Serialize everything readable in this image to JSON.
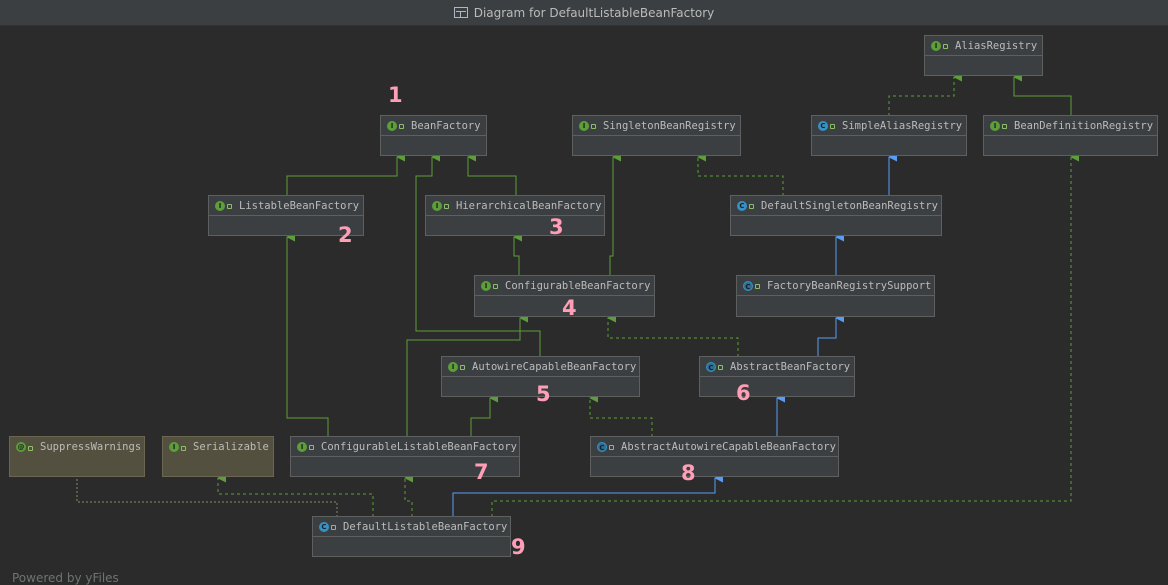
{
  "window": {
    "title": "Diagram for DefaultListableBeanFactory"
  },
  "footer": {
    "powered_by": "Powered by yFiles"
  },
  "colors": {
    "interface_edge": "#5c9e3a",
    "class_edge": "#589df6",
    "annotation_edge": "#8c8a6a",
    "marker": "#ff9fb7"
  },
  "nodes": {
    "alias_registry": {
      "name": "AliasRegistry",
      "kind": "I"
    },
    "bean_factory": {
      "name": "BeanFactory",
      "kind": "I"
    },
    "singleton_bean_registry": {
      "name": "SingletonBeanRegistry",
      "kind": "I"
    },
    "simple_alias_registry": {
      "name": "SimpleAliasRegistry",
      "kind": "C"
    },
    "bean_definition_registry": {
      "name": "BeanDefinitionRegistry",
      "kind": "I"
    },
    "listable_bean_factory": {
      "name": "ListableBeanFactory",
      "kind": "I"
    },
    "hierarchical_bean_factory": {
      "name": "HierarchicalBeanFactory",
      "kind": "I"
    },
    "default_singleton_bean_registry": {
      "name": "DefaultSingletonBeanRegistry",
      "kind": "C"
    },
    "configurable_bean_factory": {
      "name": "ConfigurableBeanFactory",
      "kind": "I"
    },
    "factory_bean_registry_support": {
      "name": "FactoryBeanRegistrySupport",
      "kind": "C"
    },
    "autowire_capable_bean_factory": {
      "name": "AutowireCapableBeanFactory",
      "kind": "I"
    },
    "abstract_bean_factory": {
      "name": "AbstractBeanFactory",
      "kind": "C"
    },
    "suppress_warnings": {
      "name": "SuppressWarnings",
      "kind": "@"
    },
    "serializable": {
      "name": "Serializable",
      "kind": "I"
    },
    "configurable_listable_bean_factory": {
      "name": "ConfigurableListableBeanFactory",
      "kind": "I"
    },
    "abstract_autowire_capable_bean_factory": {
      "name": "AbstractAutowireCapableBeanFactory",
      "kind": "C"
    },
    "default_listable_bean_factory": {
      "name": "DefaultListableBeanFactory",
      "kind": "C"
    }
  },
  "markers": [
    "1",
    "2",
    "3",
    "4",
    "5",
    "6",
    "7",
    "8",
    "9"
  ]
}
